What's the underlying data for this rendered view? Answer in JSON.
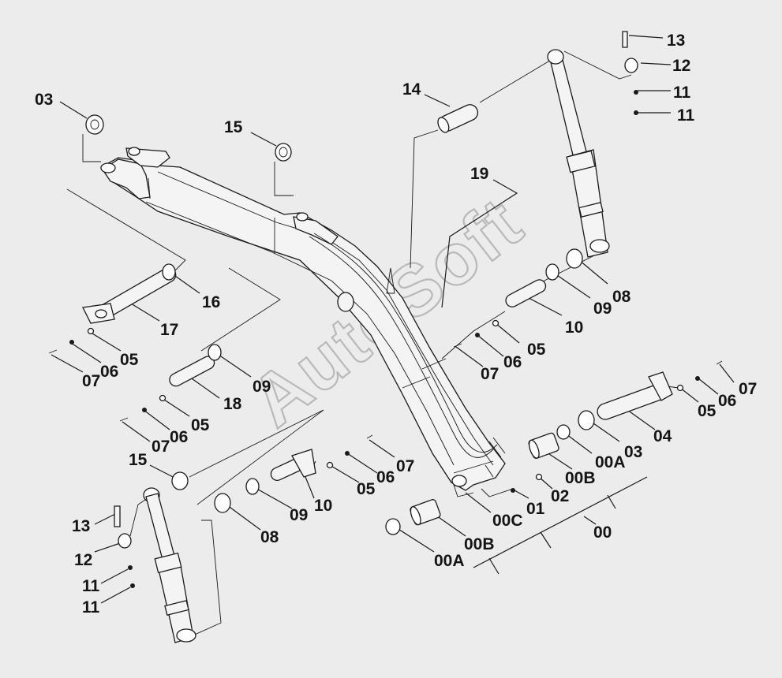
{
  "watermark": "AutoSoft",
  "callouts": {
    "c00": "00",
    "c00A_right": "00A",
    "c00A_bottom": "00A",
    "c00B_right": "00B",
    "c00B_bottom": "00B",
    "c00C": "00C",
    "c01": "01",
    "c02": "02",
    "c03_top": "03",
    "c03_right": "03",
    "c04": "04",
    "c05_left": "05",
    "c05_mid": "05",
    "c05_right": "05",
    "c05_farright": "05",
    "c05_bottom": "05",
    "c06_left": "06",
    "c06_mid": "06",
    "c06_right": "06",
    "c06_farright": "06",
    "c06_bottom": "06",
    "c07_left": "07",
    "c07_mid": "07",
    "c07_right": "07",
    "c07_farright": "07",
    "c07_bottom": "07",
    "c08_right": "08",
    "c08_bottom": "08",
    "c09_right": "09",
    "c09_mid": "09",
    "c09_bottom": "09",
    "c10_right": "10",
    "c10_bottom": "10",
    "c11_r1": "11",
    "c11_r2": "11",
    "c11_l1": "11",
    "c11_l2": "11",
    "c12_right": "12",
    "c12_left": "12",
    "c13_right": "13",
    "c13_left": "13",
    "c14": "14",
    "c15_top": "15",
    "c15_left": "15",
    "c16": "16",
    "c17": "17",
    "c18": "18",
    "c19": "19"
  }
}
